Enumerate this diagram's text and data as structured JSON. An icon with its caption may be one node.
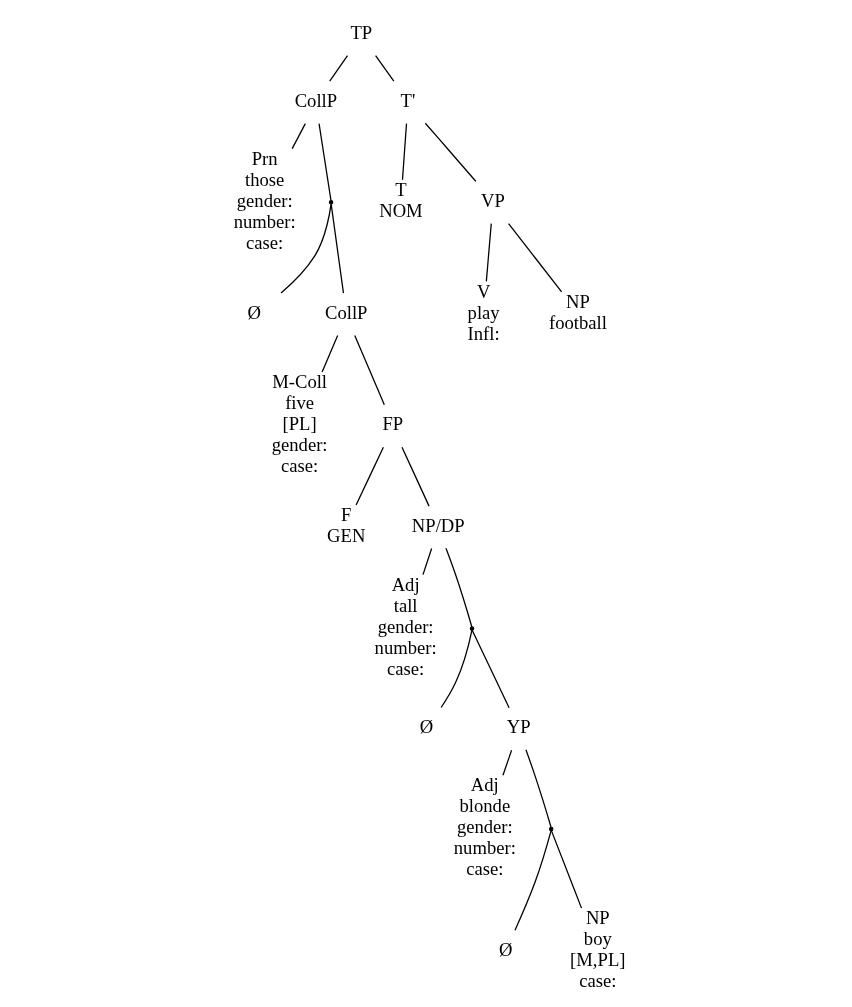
{
  "diagram": {
    "nodes": [
      {
        "text": [
          "TP"
        ]
      },
      {
        "text": [
          "CollP"
        ]
      },
      {
        "text": [
          "T'"
        ]
      },
      {
        "text": [
          "Prn",
          "those",
          "gender:",
          "number:",
          "case:"
        ]
      },
      {
        "text": [],
        "shape": "point"
      },
      {
        "text": [
          "T",
          "NOM"
        ]
      },
      {
        "text": [
          "VP"
        ]
      },
      {
        "text": [
          "Ø"
        ]
      },
      {
        "text": [
          "CollP"
        ]
      },
      {
        "text": [
          "V",
          "play",
          "Infl:"
        ]
      },
      {
        "text": [
          "NP",
          "football"
        ]
      },
      {
        "text": [
          "M-Coll",
          "five",
          "[PL]",
          "gender:",
          "case:"
        ]
      },
      {
        "text": [
          "FP"
        ]
      },
      {
        "text": [
          "F",
          "GEN"
        ]
      },
      {
        "text": [
          "NP/DP"
        ]
      },
      {
        "text": [
          "Adj",
          "tall",
          "gender:",
          "number:",
          "case:"
        ]
      },
      {
        "text": [],
        "shape": "point"
      },
      {
        "text": [
          "Ø"
        ]
      },
      {
        "text": [
          "YP"
        ]
      },
      {
        "text": [
          "Adj",
          "blonde",
          "gender:",
          "number:",
          "case:"
        ]
      },
      {
        "text": [],
        "shape": "point"
      },
      {
        "text": [
          "Ø"
        ]
      },
      {
        "text": [
          "NP",
          "boy",
          "[M,PL]",
          "case:"
        ]
      }
    ],
    "edges": [
      {
        "from": 0,
        "to": 1,
        "arrow": "none"
      },
      {
        "from": 0,
        "to": 2,
        "arrow": "none"
      },
      {
        "from": 2,
        "to": 5,
        "arrow": "none"
      },
      {
        "from": 2,
        "to": 6,
        "arrow": "none"
      },
      {
        "from": 6,
        "to": 9,
        "arrow": "none"
      },
      {
        "from": 6,
        "to": 10,
        "arrow": "none"
      },
      {
        "from": 1,
        "to": 3,
        "arrow": "none"
      },
      {
        "from": 1,
        "to": 4,
        "arrow": "none"
      },
      {
        "from": 4,
        "to": 7,
        "arrow": "none"
      },
      {
        "from": 4,
        "to": 8,
        "arrow": "none"
      },
      {
        "from": 8,
        "to": 11,
        "arrow": "none"
      },
      {
        "from": 8,
        "to": 12,
        "arrow": "none"
      },
      {
        "from": 12,
        "to": 13,
        "arrow": "none"
      },
      {
        "from": 12,
        "to": 14,
        "arrow": "none"
      },
      {
        "from": 14,
        "to": 15,
        "arrow": "none"
      },
      {
        "from": 14,
        "to": 16,
        "arrow": "none"
      },
      {
        "from": 16,
        "to": 17,
        "arrow": "none"
      },
      {
        "from": 16,
        "to": 18,
        "arrow": "none"
      },
      {
        "from": 18,
        "to": 19,
        "arrow": "none"
      },
      {
        "from": 18,
        "to": 20,
        "arrow": "none"
      },
      {
        "from": 20,
        "to": 21,
        "arrow": "none"
      },
      {
        "from": 20,
        "to": 22,
        "arrow": "none"
      }
    ]
  }
}
